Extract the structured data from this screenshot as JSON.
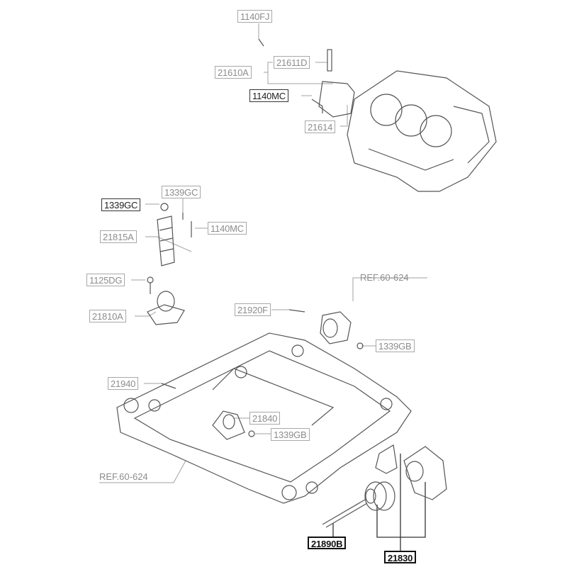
{
  "labels": {
    "p1140FJ": "1140FJ",
    "p21611D": "21611D",
    "p21610A": "21610A",
    "p1140MC_top": "1140MC",
    "p21614": "21614",
    "p1339GC_right": "1339GC",
    "p1339GC_left": "1339GC",
    "p21815A": "21815A",
    "p1140MC_mid": "1140MC",
    "p1125DG": "1125DG",
    "p21810A": "21810A",
    "p21920F": "21920F",
    "p1339GB_right": "1339GB",
    "p21940": "21940",
    "p21840": "21840",
    "p1339GB_mid": "1339GB",
    "p21890B": "21890B",
    "p21830": "21830"
  },
  "references": {
    "ref_top": "REF.60-624",
    "ref_bottom": "REF.60-624"
  },
  "colors": {
    "line_light": "#a0a0a0",
    "line_dark": "#333333",
    "part_stroke": "#555555"
  }
}
